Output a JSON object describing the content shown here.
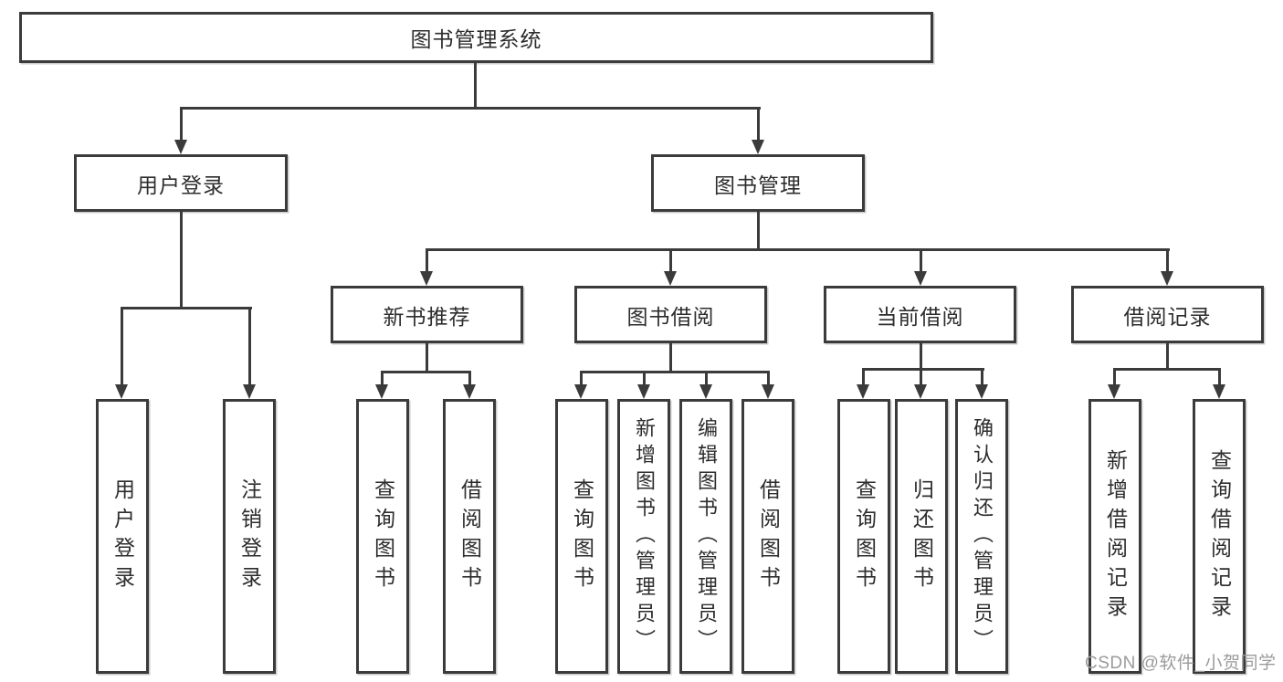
{
  "diagram": {
    "root": {
      "label": "图书管理系统"
    },
    "level1": [
      {
        "label": "用户登录"
      },
      {
        "label": "图书管理"
      }
    ],
    "level2": [
      {
        "label": "新书推荐"
      },
      {
        "label": "图书借阅"
      },
      {
        "label": "当前借阅"
      },
      {
        "label": "借阅记录"
      }
    ],
    "leaves": {
      "user_login": [
        "用户登录",
        "注销登录"
      ],
      "new_books": [
        "查询图书",
        "借阅图书"
      ],
      "book_borrow": [
        "查询图书",
        "新增图书（管理员）",
        "编辑图书（管理员）",
        "借阅图书"
      ],
      "current_borrow": [
        "查询图书",
        "归还图书",
        "确认归还（管理员）"
      ],
      "borrow_records": [
        "新增借阅记录",
        "查询借阅记录"
      ]
    },
    "colors": {
      "line": "#3b3b3b",
      "text": "#2d2d2d",
      "watermark_text": "#9b9b9b",
      "background": "#ffffff"
    }
  },
  "watermark": {
    "text": "CSDN @软件_小贺同学"
  }
}
